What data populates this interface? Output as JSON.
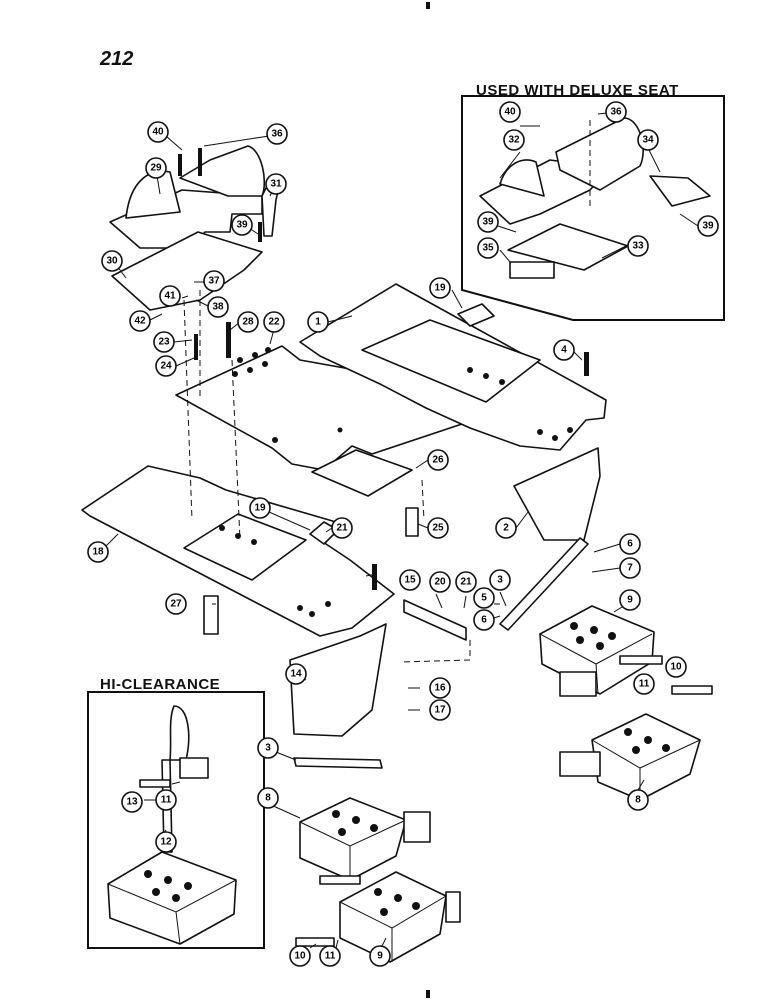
{
  "page_number": "212",
  "deluxe_box": {
    "title": "USED WITH DELUXE SEAT"
  },
  "hiclearance_box": {
    "title": "HI-CLEARANCE"
  },
  "callouts": {
    "c40a": "40",
    "c36a": "36",
    "c29": "29",
    "c31": "31",
    "c39a": "39",
    "c30": "30",
    "c37": "37",
    "c41": "41",
    "c38": "38",
    "c42": "42",
    "c23": "23",
    "c28": "28",
    "c22": "22",
    "c24": "24",
    "c1": "1",
    "c19a": "19",
    "c4": "4",
    "c26": "26",
    "c18": "18",
    "c19b": "19",
    "c21a": "21",
    "c25": "25",
    "c2": "2",
    "c6a": "6",
    "c7": "7",
    "c15": "15",
    "c20": "20",
    "c21b": "21",
    "c3a": "3",
    "c5": "5",
    "c6b": "6",
    "c9a": "9",
    "c27": "27",
    "c10a": "10",
    "c11a": "11",
    "c14": "14",
    "c16": "16",
    "c17": "17",
    "c3b": "3",
    "c8a": "8",
    "c8b": "8",
    "c40b": "40",
    "c36b": "36",
    "c32": "32",
    "c34": "34",
    "c39b": "39",
    "c39c": "39",
    "c35": "35",
    "c33": "33",
    "c13": "13",
    "c11b": "11",
    "c12": "12",
    "c10b": "10",
    "c11c": "11",
    "c9b": "9"
  }
}
